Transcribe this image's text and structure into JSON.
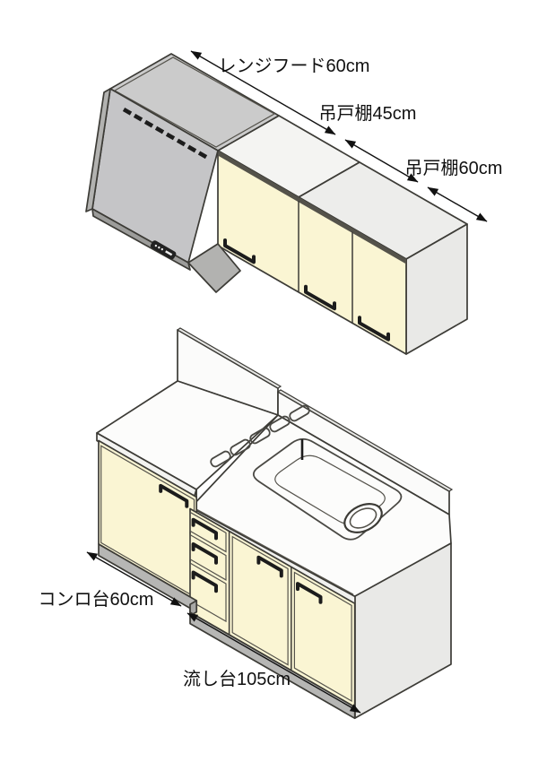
{
  "diagram": {
    "type": "isometric-kitchen-unit-set",
    "labels": {
      "range_hood": "レンジフード60cm",
      "wall_cabinet_45": "吊戸棚45cm",
      "wall_cabinet_60": "吊戸棚60cm",
      "stove_stand": "コンロ台60cm",
      "sink_unit": "流し台105cm"
    },
    "dimensions_cm": {
      "range_hood": 60,
      "wall_cabinet_small": 45,
      "wall_cabinet_large": 60,
      "stove_stand": 60,
      "sink_unit": 105
    },
    "colors": {
      "door_cream": "#FAF5D3",
      "hood_gray": "#C5C5C7",
      "hood_top_gray": "#CBCBCB",
      "hood_dark_gray": "#9C9C9A",
      "hood_side_gray": "#B2B2B0",
      "panel_gray": "#E9E9E7",
      "cab_top_light": "#F4F4F2",
      "cab_top_mid": "#EDEDEB",
      "plinth_gray": "#B6B6B4",
      "counter_white": "#FCFCFB",
      "splash_white": "#FBFBFA",
      "edge_band": "#54524A",
      "outline": "#3C3B36",
      "text": "#111111",
      "background": "#FFFFFF"
    }
  }
}
